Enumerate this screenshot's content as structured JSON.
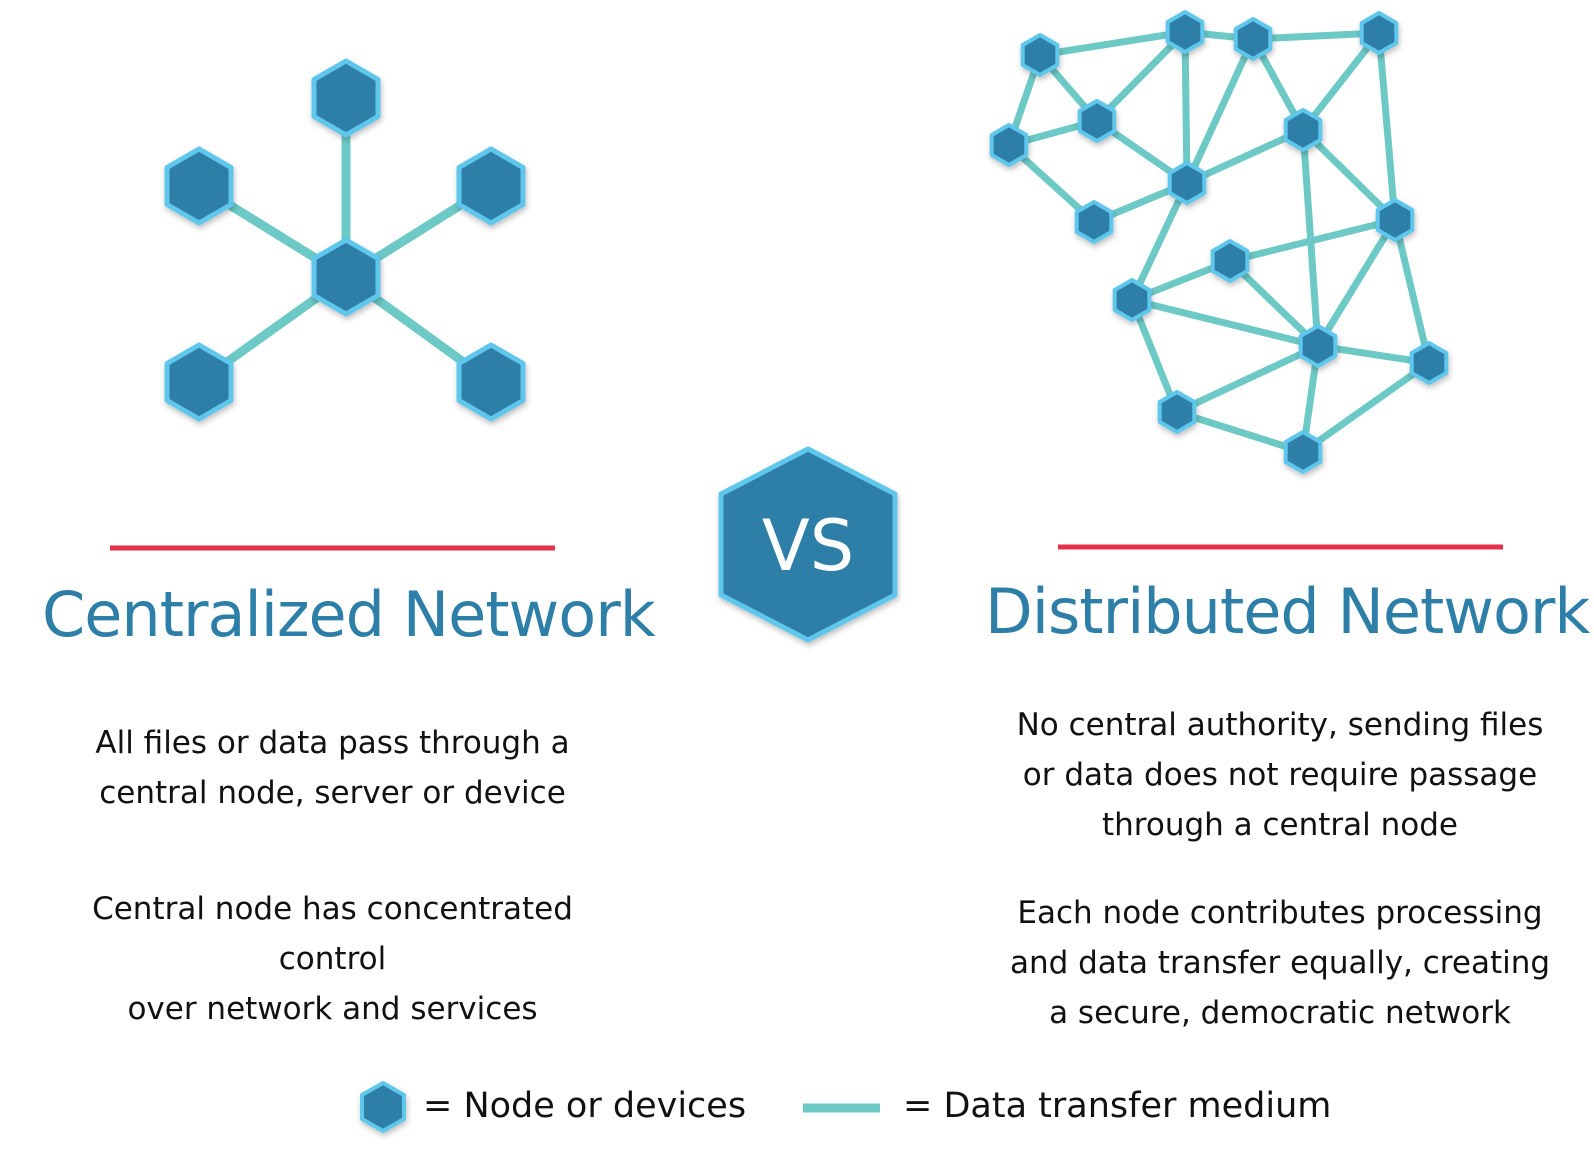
{
  "colors": {
    "node_fill": "#2e7fa8",
    "node_stroke": "#5ec6ec",
    "edge": "#6cc9c5",
    "accent_line": "#e5304b",
    "title_text": "#2e7fa8",
    "body_text": "#111111"
  },
  "vs_badge": {
    "label": "VS"
  },
  "centralized": {
    "title": "Centralized Network",
    "paragraphs": [
      [
        "All files or data pass through a",
        "central node, server or device"
      ],
      [
        "Central node has concentrated",
        "control",
        "over network and services"
      ]
    ]
  },
  "distributed": {
    "title": "Distributed Network",
    "paragraphs": [
      [
        "No central authority, sending files",
        "or data does not require passage",
        "through a central node"
      ],
      [
        "Each node contributes processing",
        "and data transfer equally, creating",
        "a secure, democratic network"
      ]
    ]
  },
  "legend": {
    "node_label": "= Node or devices",
    "edge_label": "= Data transfer medium"
  }
}
